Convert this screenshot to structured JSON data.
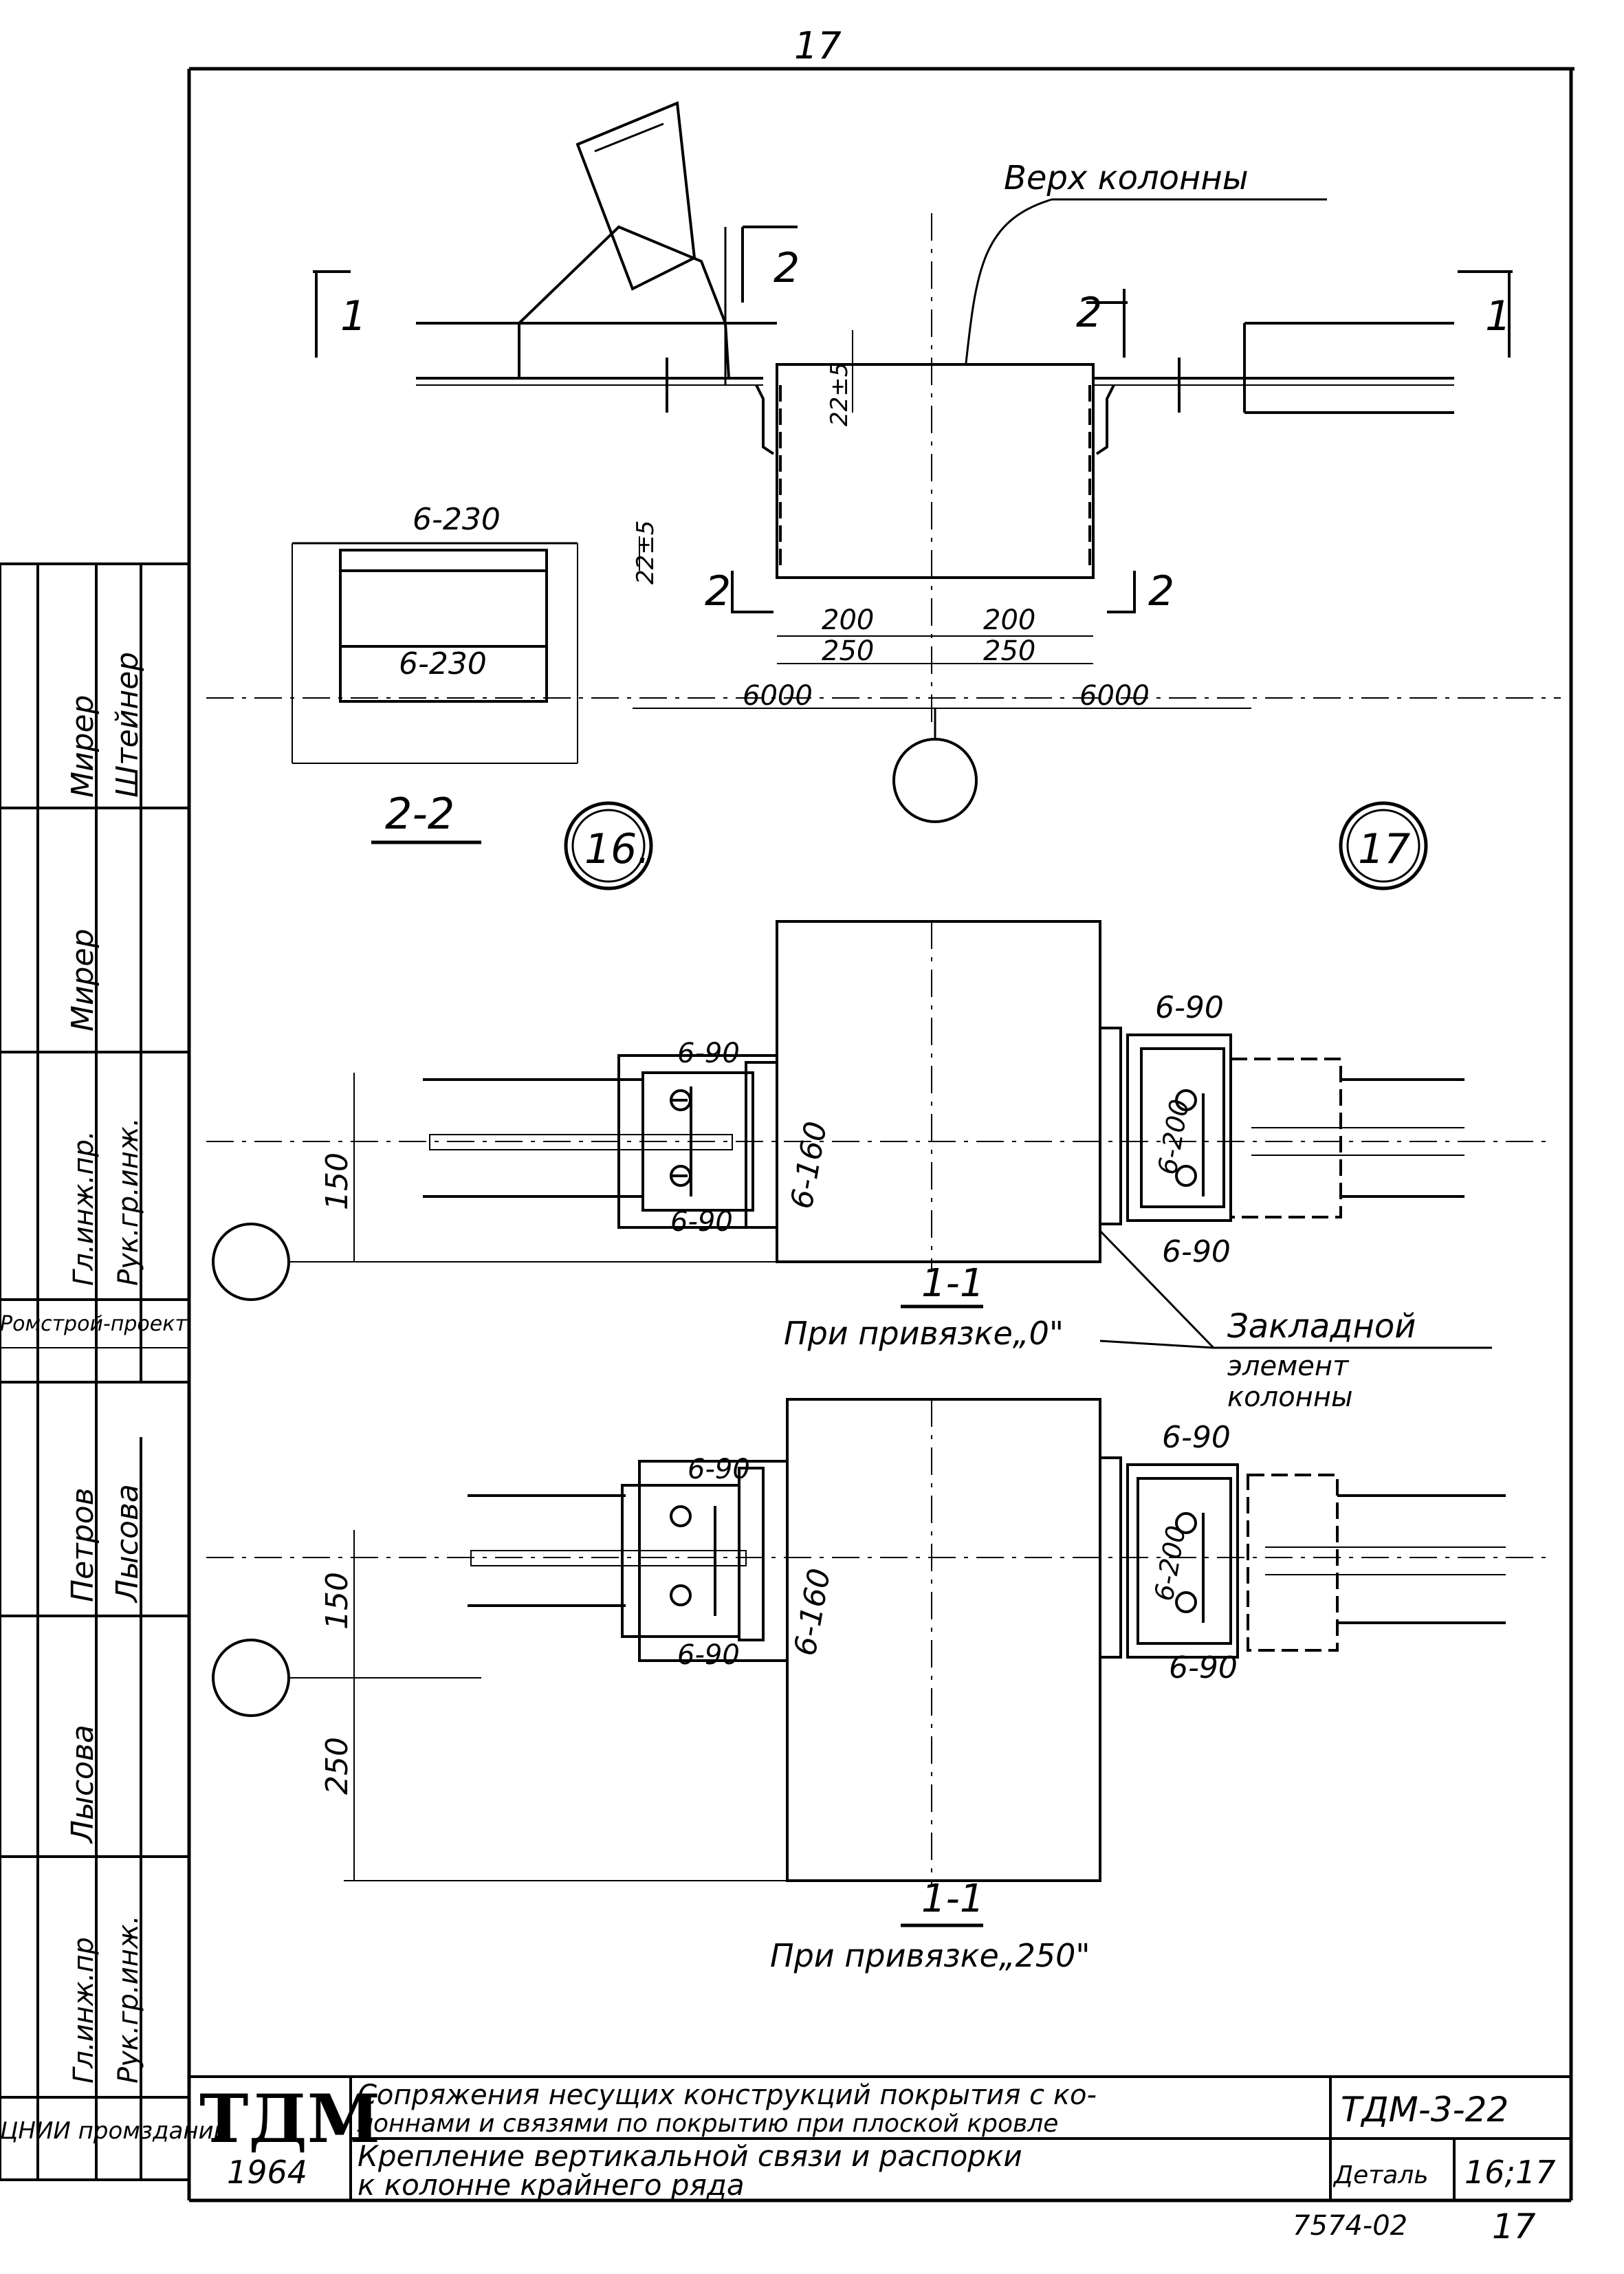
{
  "sheet": {
    "page_number_top": "17",
    "bottom_number": "7574-02",
    "bottom_page": "17"
  },
  "top_view": {
    "column_top_label": "Верх колонны",
    "section_1_left": "1",
    "section_1_right": "1",
    "section_2_top_left": "2",
    "section_2_top_right": "2",
    "section_2_bottom_left": "2",
    "section_2_bottom_right": "2",
    "gap_dim": "22±5",
    "dim_200_left": "200",
    "dim_200_right": "200",
    "dim_250_left": "250",
    "dim_250_right": "250",
    "dim_6000_left": "6000",
    "dim_6000_right": "6000"
  },
  "section_2_2": {
    "title": "2-2",
    "weld_top": "6-230",
    "weld_bottom": "6-230",
    "gap_dim": "22±5"
  },
  "detail_markers": {
    "left": "16.",
    "right": "17"
  },
  "section_1_1_a": {
    "title": "1-1",
    "subtitle": "При привязке„0\"",
    "weld_top_left": "6-90",
    "weld_bottom_left": "6-90",
    "weld_vertical": "6-160",
    "weld_top_right": "6-90",
    "weld_bottom_right": "6-90",
    "weld_inner_right": "6-200",
    "dim_150": "150"
  },
  "embedded_label": {
    "line1": "Закладной",
    "line2": "элемент",
    "line3": "колонны"
  },
  "section_1_1_b": {
    "title": "1-1",
    "subtitle": "При привязке„250\"",
    "weld_top_left": "6-90",
    "weld_bottom_left": "6-90",
    "weld_vertical": "6-160",
    "weld_top_right": "6-90",
    "weld_bottom_right": "6-90",
    "weld_inner_right": "6-200",
    "dim_150": "150",
    "dim_250": "250"
  },
  "side_stamp": {
    "name1a": "Мирер",
    "name1b": "Штейнер",
    "role1a": "Гл.инж.пр.",
    "role1b": "Рук.гр.инж.",
    "org": "Ромстрой-проект",
    "name2a": "Петров",
    "name2b": "Лысова",
    "role2a": "Гл.инж.пр",
    "role2b": "Рук.гр.инж.",
    "sig1": "Мирер",
    "sig2": "Лысова"
  },
  "title_block": {
    "logo": "ТДМ",
    "year": "1964",
    "org": "ЦНИИ промзданий",
    "title_line1": "Сопряжения несущих конструкций покрытия с ко-",
    "title_line2": "лоннами и связями по покрытию при плоской кровле",
    "subtitle_line1": "Крепление вертикальной связи и распорки",
    "subtitle_line2": "к колонне крайнего ряда",
    "series": "ТДМ-3-22",
    "detail_label": "Деталь",
    "detail_number": "16;17"
  }
}
